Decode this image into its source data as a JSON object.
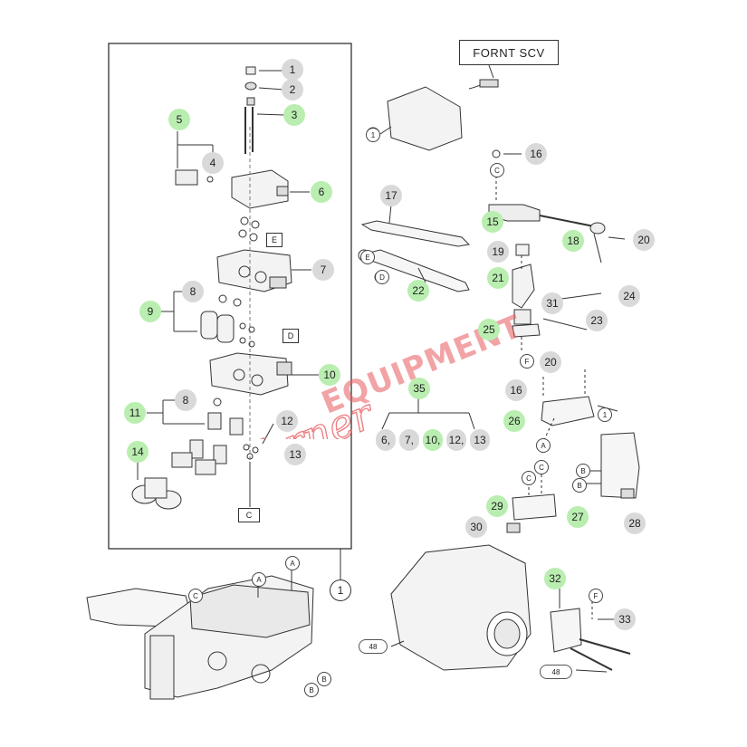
{
  "header": {
    "front_scv_label": "FORNT SCV"
  },
  "callouts": {
    "c1": "1",
    "c2": "2",
    "c3": "3",
    "c4": "4",
    "c5": "5",
    "c6": "6",
    "c7": "7",
    "c8a": "8",
    "c8b": "8",
    "c9": "9",
    "c10": "10",
    "c11": "11",
    "c12": "12",
    "c13": "13",
    "c14": "14",
    "c15": "15",
    "c16a": "16",
    "c16b": "16",
    "c17": "17",
    "c18": "18",
    "c19": "19",
    "c20a": "20",
    "c20b": "20",
    "c21": "21",
    "c22": "22",
    "c23": "23",
    "c24": "24",
    "c25": "25",
    "c26": "26",
    "c27": "27",
    "c28": "28",
    "c29": "29",
    "c30": "30",
    "c31": "31",
    "c32": "32",
    "c33": "33",
    "c35": "35",
    "c48a": "48",
    "c48b": "48",
    "c1bottom": "1"
  },
  "combo35": {
    "a": "6,",
    "b": "7,",
    "c": "10,",
    "d": "12,",
    "e": "13"
  },
  "ref_letters": {
    "E": "E",
    "D": "D",
    "C": "C",
    "A": "A",
    "B": "B",
    "F": "F",
    "one": "1"
  },
  "watermark": {
    "script": "Varner",
    "word": "EQUIPMENT"
  },
  "colors": {
    "highlight_green": "#b9eeb0",
    "callout_grey": "#d9d9d9",
    "watermark_red": "#e8585c"
  }
}
